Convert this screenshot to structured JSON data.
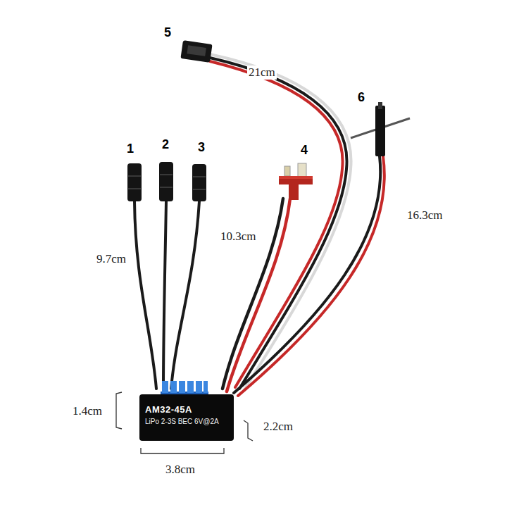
{
  "diagram": {
    "nodes": [
      {
        "text": [
          "AM32-45A",
          "LiPo 2-3S BEC 6V@2A"
        ]
      }
    ],
    "labels": [
      "5",
      "21cm",
      "6",
      "1",
      "2",
      "3",
      "4",
      "10.3cm",
      "16.3cm",
      "9.7cm",
      "1.4cm",
      "2.2cm",
      "3.8cm"
    ]
  }
}
